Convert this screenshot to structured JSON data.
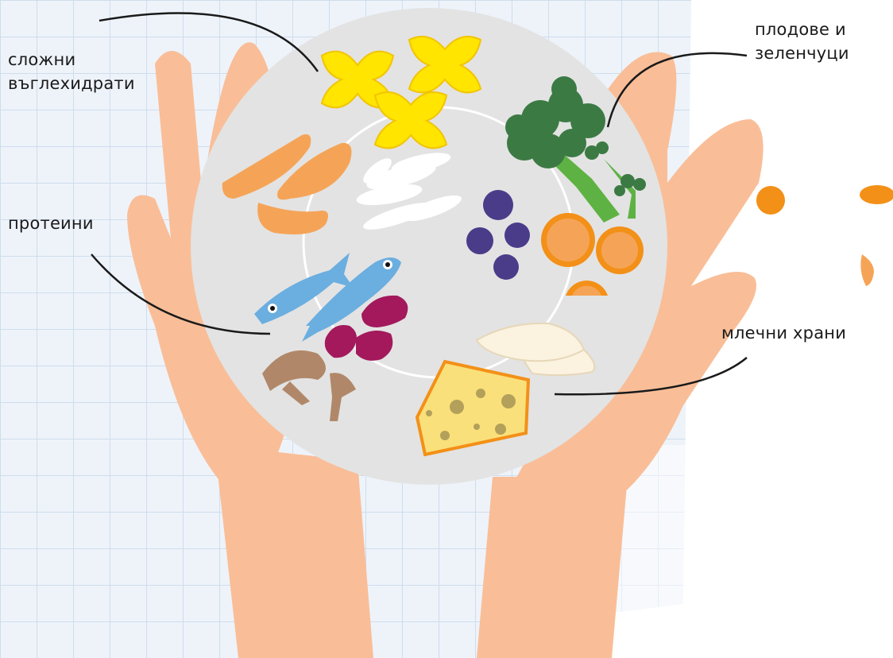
{
  "labels": {
    "carbs": {
      "line1": "сложни",
      "line2": "въглехидрати"
    },
    "fruit_veg": {
      "line1": "плодове и",
      "line2": "зеленчуци"
    },
    "protein": {
      "line1": "протеини"
    },
    "dairy": {
      "line1": "млечни храни"
    }
  },
  "colors": {
    "skin": "#F9BE98",
    "plate": "#E3E3E3",
    "grid_bg": "#E4EEF7",
    "pasta": "#FFE500",
    "sweet_potato": "#F5A457",
    "fish": "#6BAEE0",
    "beans": "#A3195B",
    "mushroom": "#B08869",
    "broccoli": "#3C7A44",
    "broccoli_stem": "#5EB243",
    "blueberry": "#4B3C8A",
    "orange": "#F39018",
    "cheese": "#FAE07A",
    "mozzarella": "#FBF2E0"
  }
}
